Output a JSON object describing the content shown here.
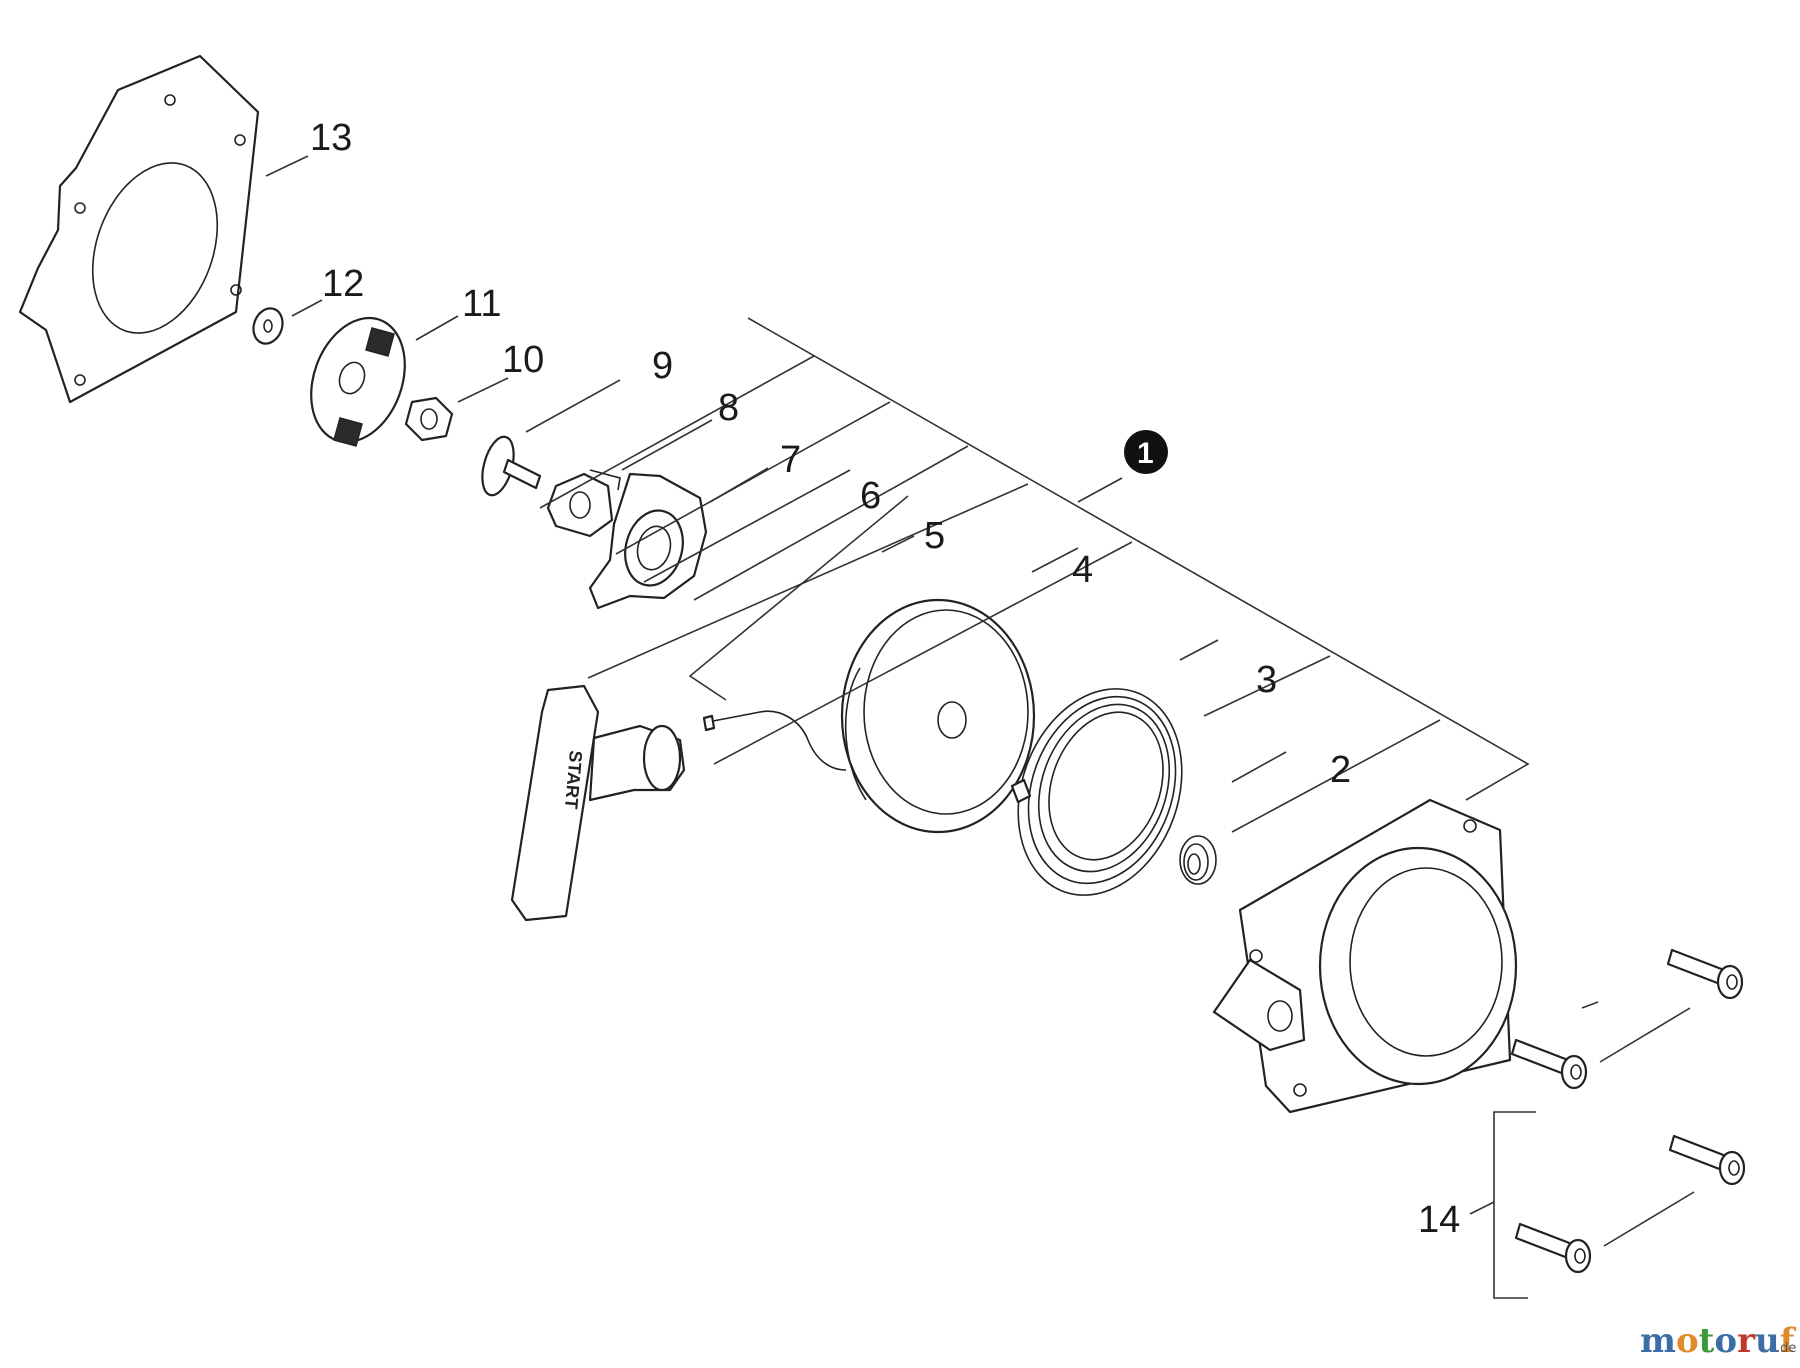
{
  "diagram": {
    "labels": {
      "p1": "1",
      "p2": "2",
      "p3": "3",
      "p4": "4",
      "p5": "5",
      "p6": "6",
      "p7": "7",
      "p8": "8",
      "p9": "9",
      "p10": "10",
      "p11": "11",
      "p12": "12",
      "p13": "13",
      "p14": "14"
    },
    "handle_text": "START"
  },
  "watermark": {
    "brand": "motoruf",
    "tld": ".de",
    "colors": {
      "m": "#3a6ea5",
      "o": "#e08a2a",
      "t": "#3a9a3a",
      "r": "#c0392b",
      "u": "#3a6ea5",
      "f": "#e08a2a"
    }
  }
}
